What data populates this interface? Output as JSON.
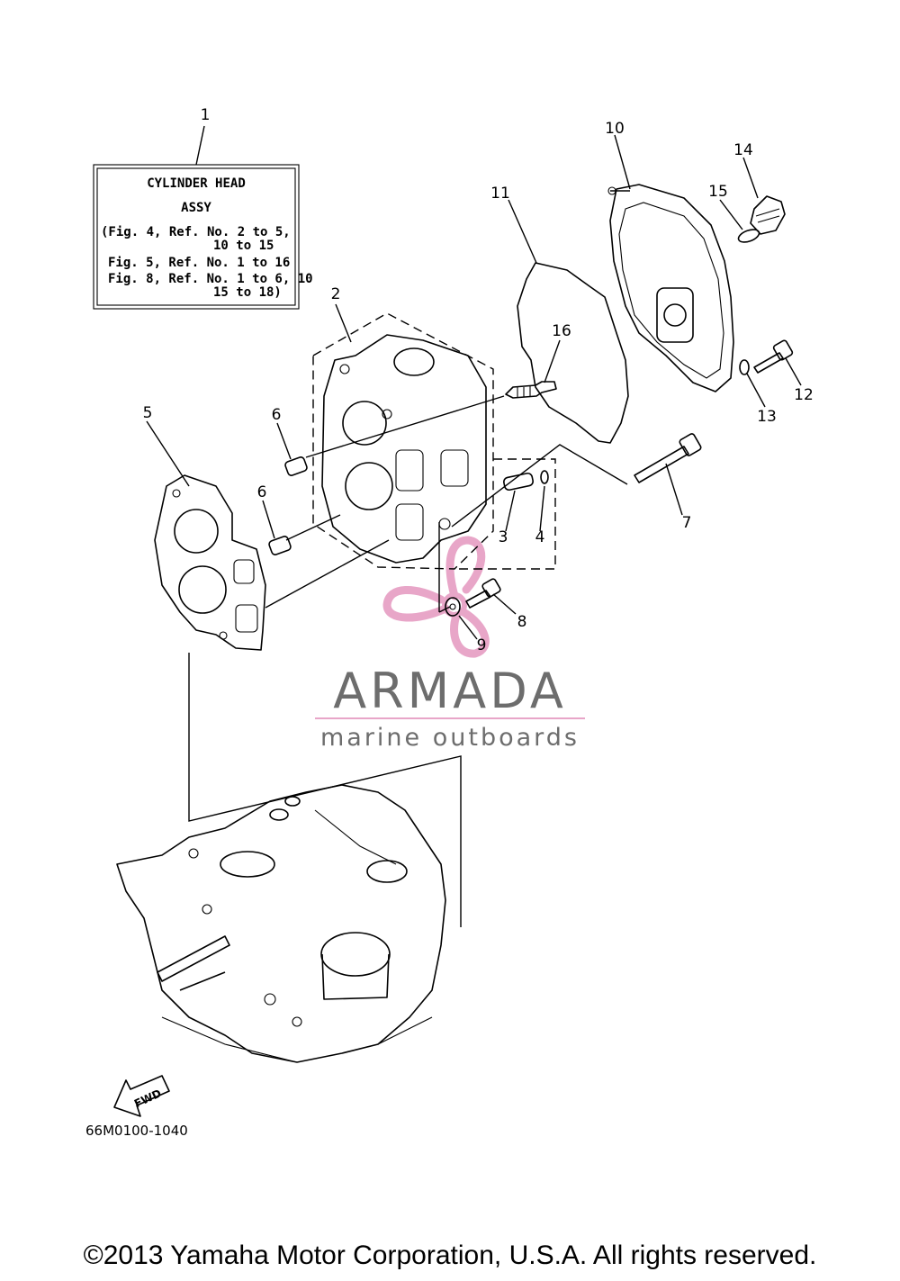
{
  "note_box": {
    "line1": "CYLINDER HEAD",
    "line2": "ASSY",
    "line3": "(Fig. 4, Ref. No. 2 to 5,",
    "line4": "10 to 15",
    "line5": "Fig. 5, Ref. No. 1 to 16",
    "line6": "Fig. 8, Ref. No. 1 to 6, 10",
    "line7": "15 to 18)"
  },
  "ref_numbers": {
    "r1": "1",
    "r2": "2",
    "r3": "3",
    "r4": "4",
    "r5": "5",
    "r6a": "6",
    "r6b": "6",
    "r7": "7",
    "r8": "8",
    "r9": "9",
    "r10": "10",
    "r11": "11",
    "r12": "12",
    "r13": "13",
    "r14": "14",
    "r15": "15",
    "r16": "16"
  },
  "watermark": {
    "brand": "ARMADA",
    "tagline": "marine outboards",
    "accent_color": "#e8a6c8",
    "text_color": "#6d6d6d"
  },
  "fwd_label": "FWD",
  "drawing_code": "66M0100-1040",
  "copyright": "©2013 Yamaha Motor Corporation, U.S.A. All rights reserved."
}
